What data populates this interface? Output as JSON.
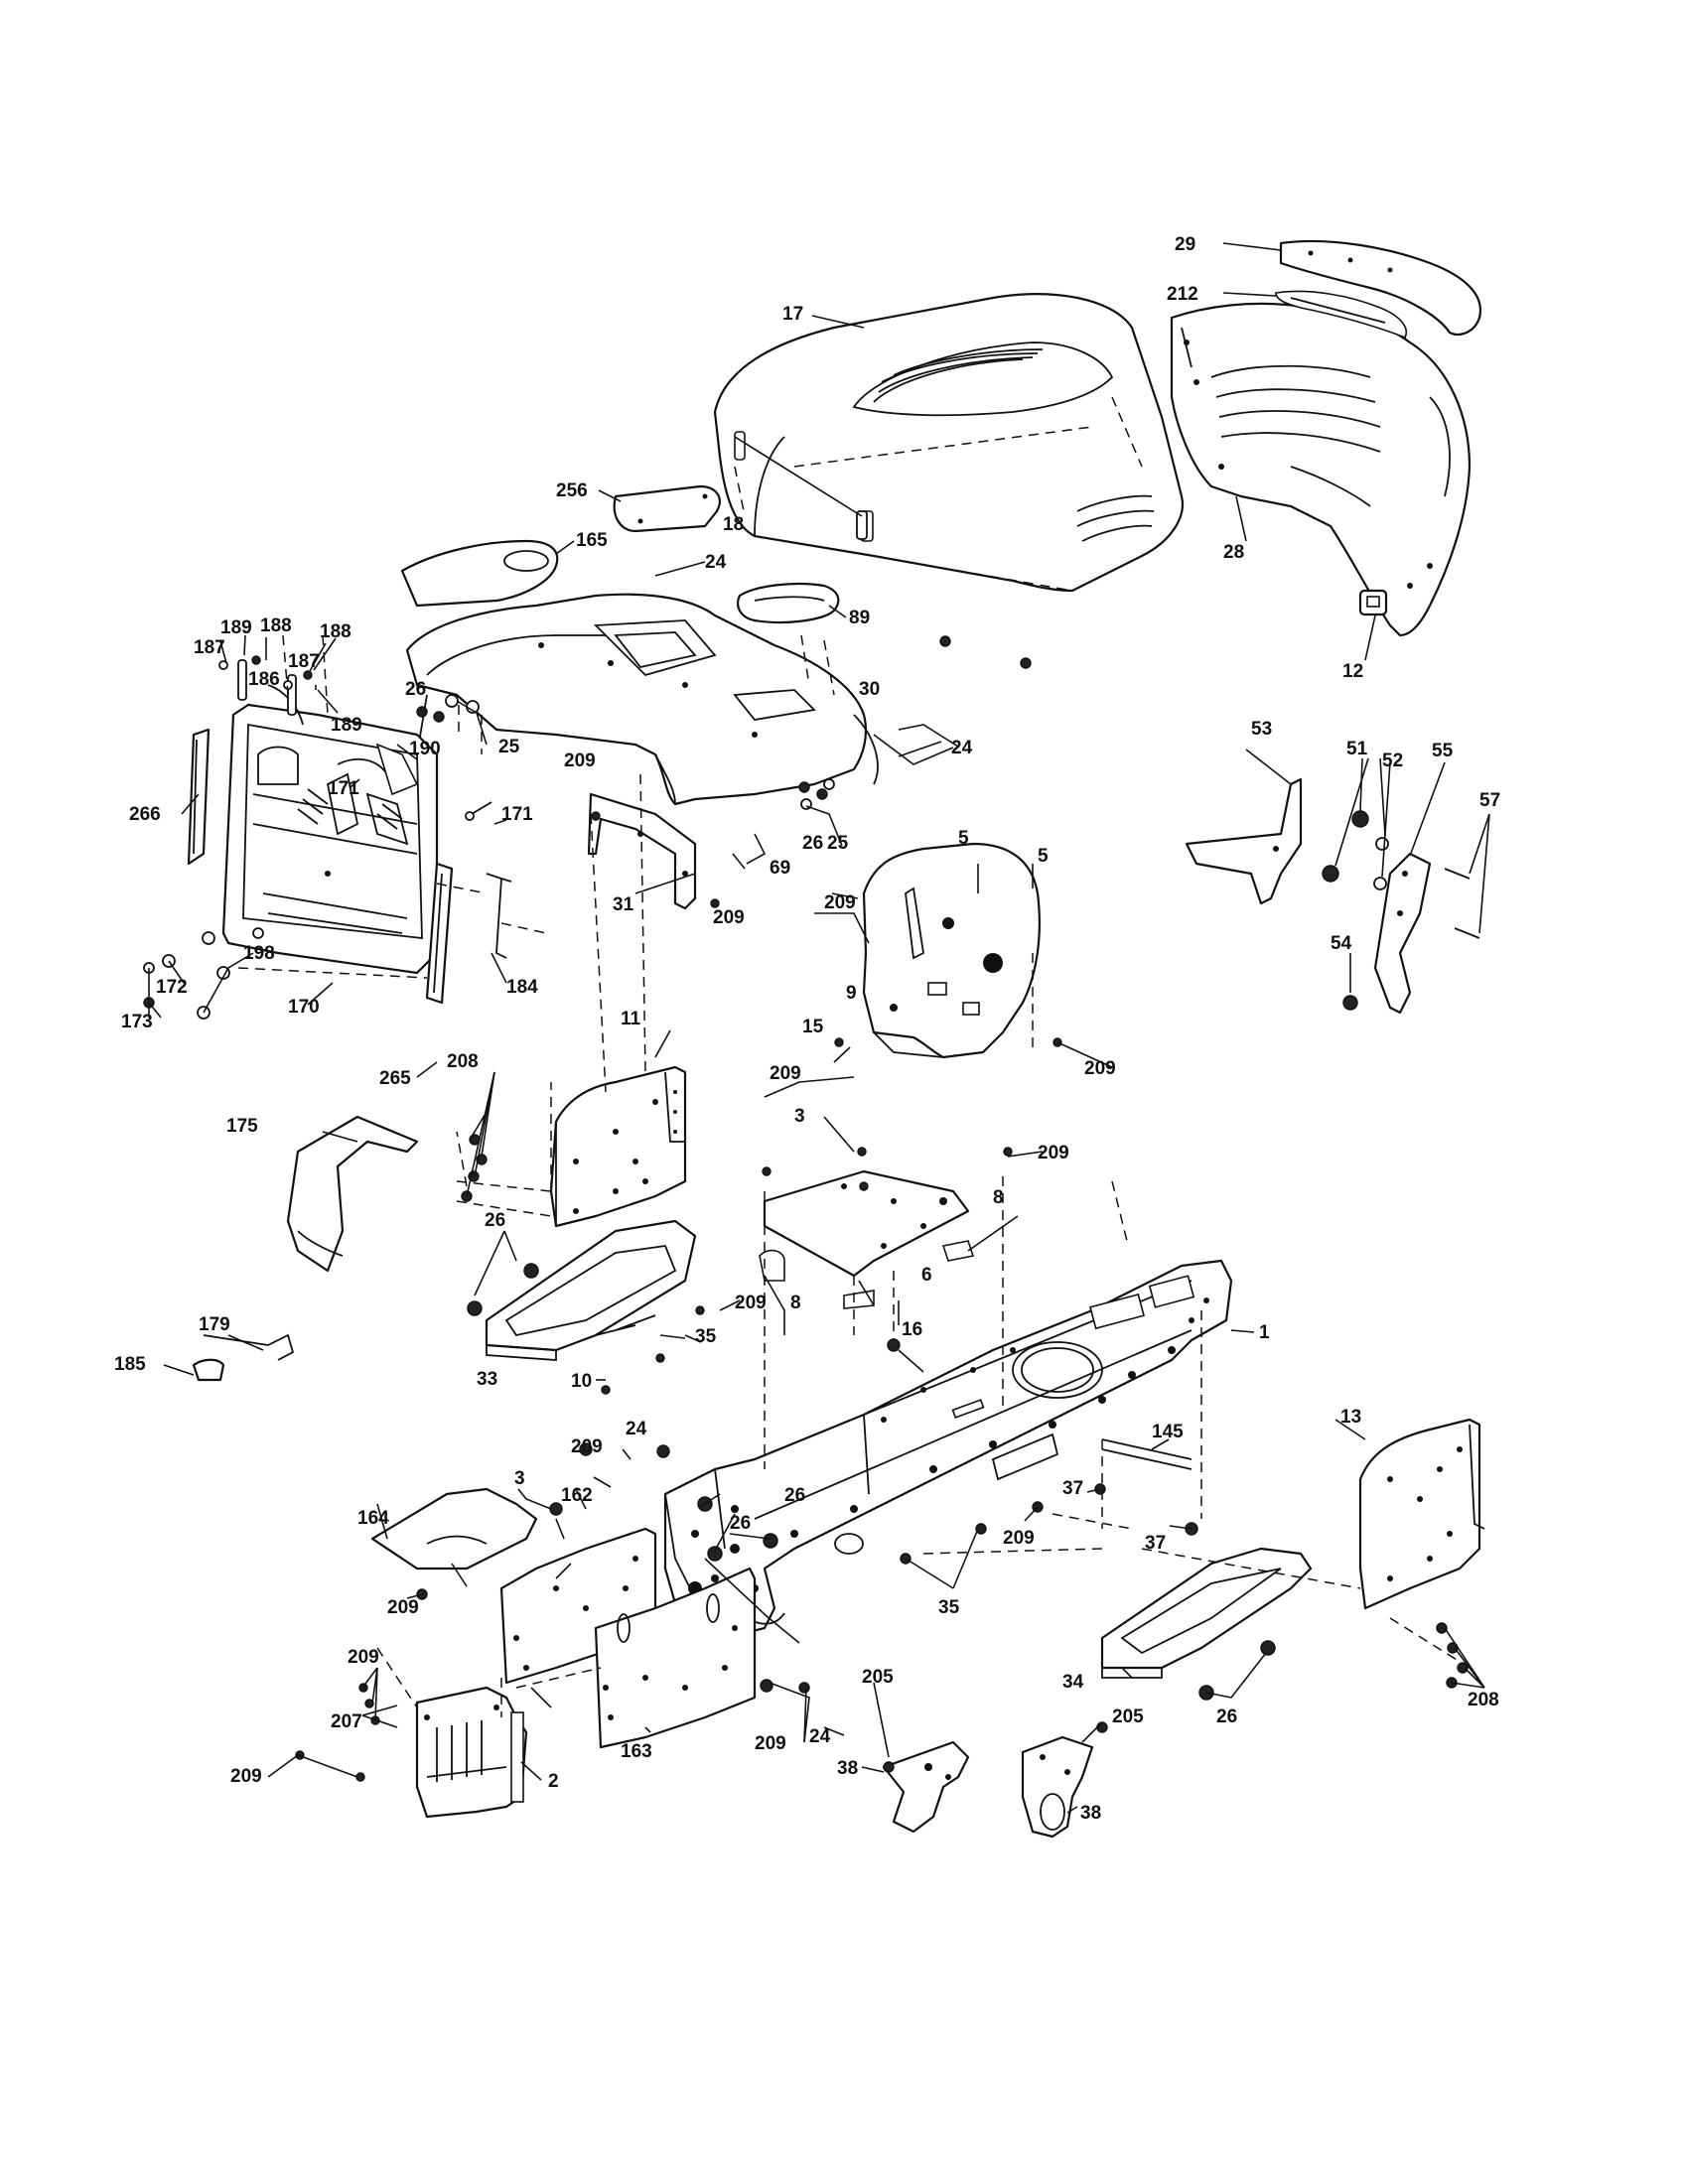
{
  "callouts": [
    {
      "id": "c1",
      "text": "1"
    },
    {
      "id": "c2",
      "text": "2"
    },
    {
      "id": "c3a",
      "text": "3"
    },
    {
      "id": "c3b",
      "text": "3"
    },
    {
      "id": "c5a",
      "text": "5"
    },
    {
      "id": "c5b",
      "text": "5"
    },
    {
      "id": "c6",
      "text": "6"
    },
    {
      "id": "c8a",
      "text": "8"
    },
    {
      "id": "c8b",
      "text": "8"
    },
    {
      "id": "c9",
      "text": "9"
    },
    {
      "id": "c10",
      "text": "10"
    },
    {
      "id": "c11",
      "text": "11"
    },
    {
      "id": "c12",
      "text": "12"
    },
    {
      "id": "c13",
      "text": "13"
    },
    {
      "id": "c15",
      "text": "15"
    },
    {
      "id": "c16",
      "text": "16"
    },
    {
      "id": "c17",
      "text": "17"
    },
    {
      "id": "c18",
      "text": "18"
    },
    {
      "id": "c24a",
      "text": "24"
    },
    {
      "id": "c24b",
      "text": "24"
    },
    {
      "id": "c24c",
      "text": "24"
    },
    {
      "id": "c24d",
      "text": "24"
    },
    {
      "id": "c25a",
      "text": "25"
    },
    {
      "id": "c25b",
      "text": "25"
    },
    {
      "id": "c26a",
      "text": "26"
    },
    {
      "id": "c26b",
      "text": "26"
    },
    {
      "id": "c26c",
      "text": "26"
    },
    {
      "id": "c26d",
      "text": "26"
    },
    {
      "id": "c26e",
      "text": "26"
    },
    {
      "id": "c26f",
      "text": "26"
    },
    {
      "id": "c28",
      "text": "28"
    },
    {
      "id": "c29",
      "text": "29"
    },
    {
      "id": "c30",
      "text": "30"
    },
    {
      "id": "c31",
      "text": "31"
    },
    {
      "id": "c33",
      "text": "33"
    },
    {
      "id": "c34",
      "text": "34"
    },
    {
      "id": "c35a",
      "text": "35"
    },
    {
      "id": "c35b",
      "text": "35"
    },
    {
      "id": "c37a",
      "text": "37"
    },
    {
      "id": "c37b",
      "text": "37"
    },
    {
      "id": "c38a",
      "text": "38"
    },
    {
      "id": "c38b",
      "text": "38"
    },
    {
      "id": "c51",
      "text": "51"
    },
    {
      "id": "c52",
      "text": "52"
    },
    {
      "id": "c53",
      "text": "53"
    },
    {
      "id": "c54",
      "text": "54"
    },
    {
      "id": "c55",
      "text": "55"
    },
    {
      "id": "c57",
      "text": "57"
    },
    {
      "id": "c69",
      "text": "69"
    },
    {
      "id": "c89",
      "text": "89"
    },
    {
      "id": "c145",
      "text": "145"
    },
    {
      "id": "c162",
      "text": "162"
    },
    {
      "id": "c163",
      "text": "163"
    },
    {
      "id": "c164",
      "text": "164"
    },
    {
      "id": "c165",
      "text": "165"
    },
    {
      "id": "c170",
      "text": "170"
    },
    {
      "id": "c171a",
      "text": "171"
    },
    {
      "id": "c171b",
      "text": "171"
    },
    {
      "id": "c172",
      "text": "172"
    },
    {
      "id": "c173",
      "text": "173"
    },
    {
      "id": "c175",
      "text": "175"
    },
    {
      "id": "c179",
      "text": "179"
    },
    {
      "id": "c184",
      "text": "184"
    },
    {
      "id": "c185",
      "text": "185"
    },
    {
      "id": "c186",
      "text": "186"
    },
    {
      "id": "c187a",
      "text": "187"
    },
    {
      "id": "c187b",
      "text": "187"
    },
    {
      "id": "c188a",
      "text": "188"
    },
    {
      "id": "c188b",
      "text": "188"
    },
    {
      "id": "c189a",
      "text": "189"
    },
    {
      "id": "c189b",
      "text": "189"
    },
    {
      "id": "c190",
      "text": "190"
    },
    {
      "id": "c198",
      "text": "198"
    },
    {
      "id": "c205a",
      "text": "205"
    },
    {
      "id": "c205b",
      "text": "205"
    },
    {
      "id": "c207",
      "text": "207"
    },
    {
      "id": "c208a",
      "text": "208"
    },
    {
      "id": "c208b",
      "text": "208"
    },
    {
      "id": "c209a",
      "text": "209"
    },
    {
      "id": "c209b",
      "text": "209"
    },
    {
      "id": "c209c",
      "text": "209"
    },
    {
      "id": "c209d",
      "text": "209"
    },
    {
      "id": "c209e",
      "text": "209"
    },
    {
      "id": "c209f",
      "text": "209"
    },
    {
      "id": "c209g",
      "text": "209"
    },
    {
      "id": "c209h",
      "text": "209"
    },
    {
      "id": "c209i",
      "text": "209"
    },
    {
      "id": "c209j",
      "text": "209"
    },
    {
      "id": "c209k",
      "text": "209"
    },
    {
      "id": "c209l",
      "text": "209"
    },
    {
      "id": "c209m",
      "text": "209"
    },
    {
      "id": "c209n",
      "text": "209"
    },
    {
      "id": "c212",
      "text": "212"
    },
    {
      "id": "c256",
      "text": "256"
    },
    {
      "id": "c265",
      "text": "265"
    },
    {
      "id": "c266",
      "text": "266"
    }
  ]
}
